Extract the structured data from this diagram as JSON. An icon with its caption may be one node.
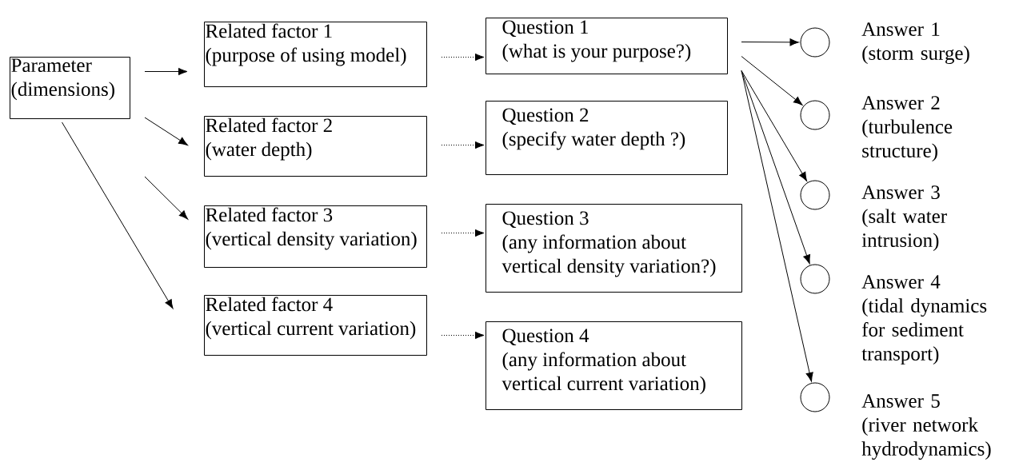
{
  "diagram": {
    "nodes": [
      {
        "text": [
          "Parameter",
          "(dimensions)"
        ]
      },
      {
        "text": [
          "Related factor 1",
          "(purpose of using model)"
        ]
      },
      {
        "text": [
          "Related factor 2",
          "(water depth)"
        ]
      },
      {
        "text": [
          "Related factor 3",
          "(vertical density variation)"
        ]
      },
      {
        "text": [
          "Related factor 4",
          "(vertical current variation)"
        ]
      },
      {
        "text": [
          "Question 1",
          "(what is your purpose?)"
        ]
      },
      {
        "text": [
          "Question 2",
          "(specify water depth ?)"
        ]
      },
      {
        "text": [
          "Question 3",
          "(any information about vertical density variation?)"
        ]
      },
      {
        "text": [
          "Question 4",
          "(any information about vertical current variation)"
        ]
      },
      {
        "text": [],
        "shape": "circle",
        "beside": [
          "Answer 1",
          "(storm surge)"
        ]
      },
      {
        "text": [],
        "shape": "circle",
        "beside": [
          "Answer 2",
          "(turbulence structure)"
        ]
      },
      {
        "text": [],
        "shape": "circle",
        "beside": [
          "Answer 3",
          "(salt water intrusion)"
        ]
      },
      {
        "text": [],
        "shape": "circle",
        "beside": [
          "Answer 4",
          "(tidal dynamics for sediment transport)"
        ]
      },
      {
        "text": [],
        "shape": "circle",
        "beside": [
          "Answer 5",
          "(river network hydrodynamics)"
        ]
      }
    ],
    "edges": [
      {
        "from": 0,
        "to": 1,
        "arrow": "to"
      },
      {
        "from": 0,
        "to": 2,
        "arrow": "to"
      },
      {
        "from": 0,
        "to": 3,
        "arrow": "to"
      },
      {
        "from": 0,
        "to": 4,
        "arrow": "to"
      },
      {
        "from": 1,
        "to": 5,
        "arrow": "to",
        "style": "dashed"
      },
      {
        "from": 2,
        "to": 6,
        "arrow": "to",
        "style": "dashed"
      },
      {
        "from": 3,
        "to": 7,
        "arrow": "to",
        "style": "dashed"
      },
      {
        "from": 4,
        "to": 8,
        "arrow": "to",
        "style": "dashed"
      },
      {
        "from": 5,
        "to": 9,
        "arrow": "to"
      },
      {
        "from": 5,
        "to": 10,
        "arrow": "to"
      },
      {
        "from": 5,
        "to": 11,
        "arrow": "to"
      },
      {
        "from": 5,
        "to": 12,
        "arrow": "to"
      },
      {
        "from": 5,
        "to": 13,
        "arrow": "to"
      }
    ]
  }
}
